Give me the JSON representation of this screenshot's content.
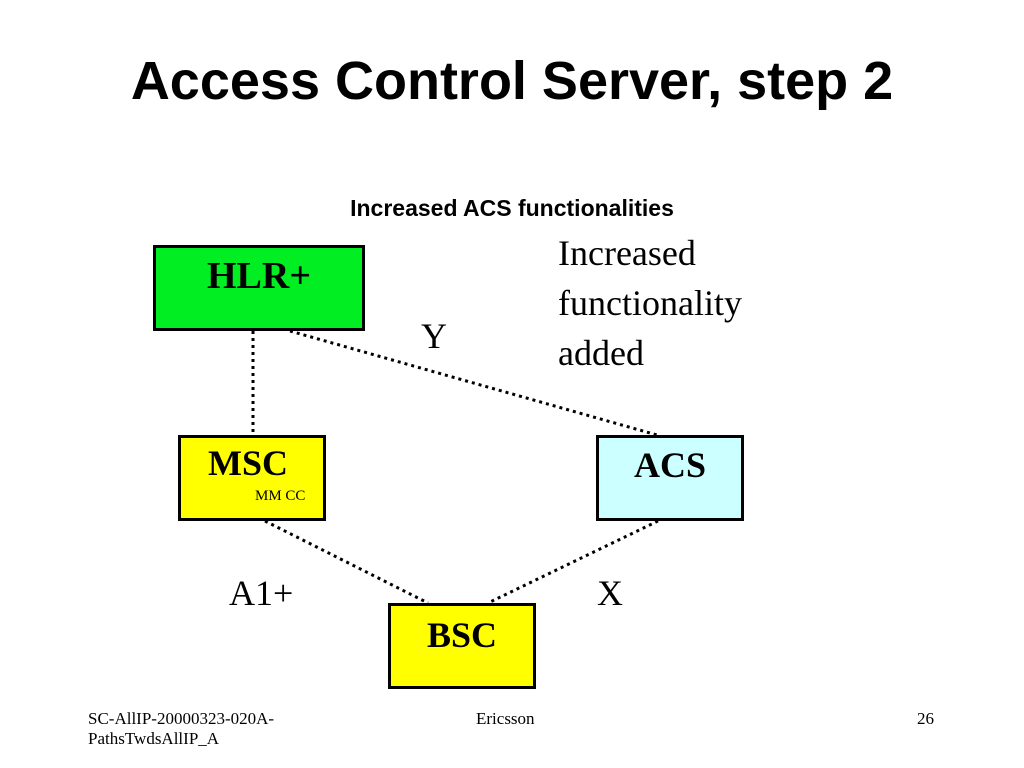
{
  "slide": {
    "title": "Access Control Server, step 2",
    "subtitle": "Increased ACS functionalities"
  },
  "colors": {
    "hlr_fill": "#00ee22",
    "msc_fill": "#ffff00",
    "acs_fill": "#ccffff",
    "bsc_fill": "#ffff00"
  },
  "diagram": {
    "nodes": {
      "hlr": {
        "label": "HLR+"
      },
      "msc": {
        "label": "MSC",
        "sublabel": "MM CC"
      },
      "acs": {
        "label": "ACS"
      },
      "bsc": {
        "label": "BSC"
      }
    },
    "edge_labels": {
      "hlr_acs": "Y",
      "msc_bsc": "A1+",
      "acs_bsc": "X"
    },
    "annotation": "Increased\nfunctionality\nadded"
  },
  "footer": {
    "left": "SC-AllIP-20000323-020A-PathsTwdsAllIP_A",
    "center": "Ericsson",
    "page": "26"
  }
}
